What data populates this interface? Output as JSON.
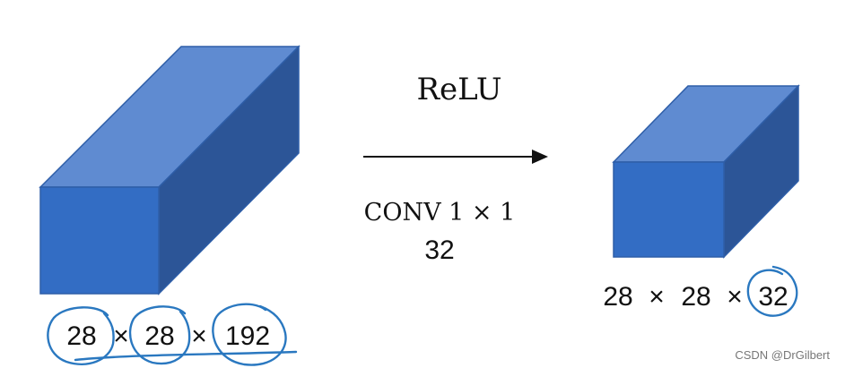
{
  "diagram": {
    "operation_label": "ReLU",
    "conv_label": "CONV 1 × 1",
    "filter_count": "32",
    "input_dims": {
      "d1": "28",
      "sep1": "×",
      "d2": "28",
      "sep2": "×",
      "d3": "192"
    },
    "output_dims": {
      "d1": "28",
      "sep1": "×",
      "d2": "28",
      "sep2": "×",
      "d3": "32"
    },
    "watermark": "CSDN @DrGilbert"
  },
  "colors": {
    "front_face": "#336dc4",
    "top_face": "#5f8bd1",
    "side_face": "#2c5597",
    "edge": "#2e5ea8",
    "annotation_ink": "#2a78c0",
    "text": "#111111",
    "watermark": "#777777"
  }
}
